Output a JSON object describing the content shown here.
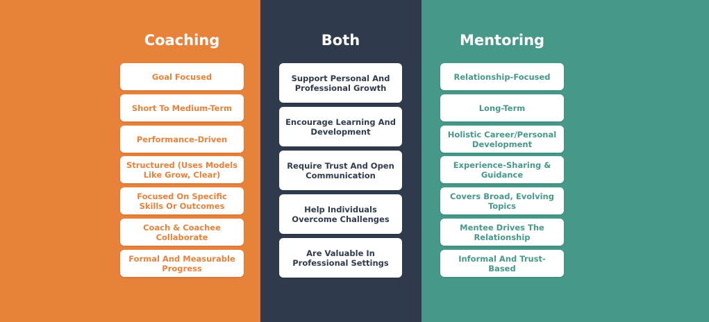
{
  "columns": {
    "coaching": {
      "title": "Coaching",
      "items": [
        "Goal Focused",
        "Short To Medium-Term",
        "Performance-Driven",
        "Structured (Uses Models Like Grow, Clear)",
        "Focused On Specific Skills Or Outcomes",
        "Coach & Coachee Collaborate",
        "Formal And Measurable Progress"
      ]
    },
    "both": {
      "title": "Both",
      "items": [
        "Support Personal And Professional Growth",
        "Encourage Learning And Development",
        "Require Trust And Open Communication",
        "Help Individuals Overcome Challenges",
        "Are Valuable In Professional Settings"
      ]
    },
    "mentoring": {
      "title": "Mentoring",
      "items": [
        "Relationship-Focused",
        "Long-Term",
        "Holistic Career/Personal Development",
        "Experience-Sharing & Guidance",
        "Covers Broad, Evolving Topics",
        "Mentee Drives The Relationship",
        "Informal And Trust-Based"
      ]
    }
  },
  "colors": {
    "coaching": "#e8823a",
    "both": "#2f3a4d",
    "mentoring": "#469889"
  }
}
